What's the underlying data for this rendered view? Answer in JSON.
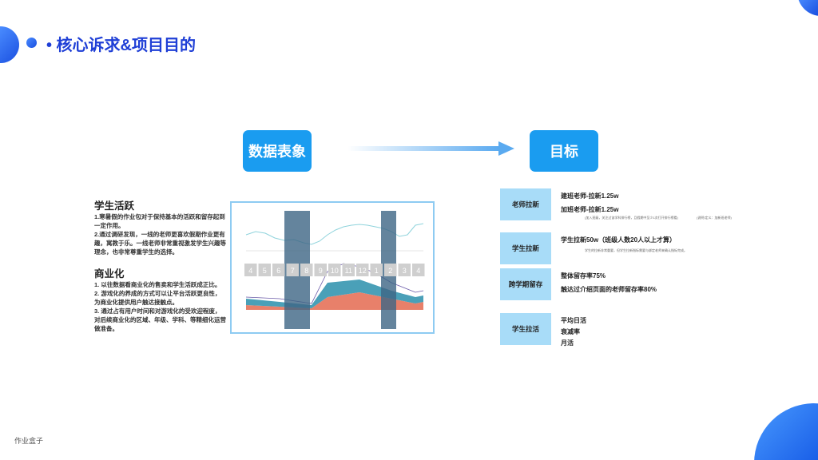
{
  "title": "• 核心诉求&项目目的",
  "flow": {
    "left_box": "数据表象",
    "right_box": "目标"
  },
  "student_active": {
    "heading": "学生活跃",
    "lines": [
      "1.寒暑假的作业包对于保持基本的活跃和留存起到一定作用。",
      "2.通过调研发现，一线的老师更喜欢假期作业更有趣，寓教于乐。一线老师非常重视激发学生兴趣等理念，也非常尊重学生的选择。"
    ]
  },
  "commercial": {
    "heading": "商业化",
    "lines": [
      "1. 以往数据看商业化的售卖和学生活跃成正比。",
      "2. 游戏化的养成的方式可以让平台活跃更良性，为商业化提供用户触达接触点。",
      "3. 通过占有用户时间和对游戏化的受欢迎程度，对后续商业化的区域、年级、学科、等精细化运营做准备。"
    ]
  },
  "chart_months": [
    "4",
    "5",
    "6",
    "7",
    "8",
    "9",
    "10",
    "11",
    "12",
    "1",
    "2",
    "3",
    "4"
  ],
  "goals": [
    {
      "tag": "老师拉新",
      "items": [
        "建班老师-拉新1.25w",
        "加班老师-拉新1.25w"
      ],
      "notes": [
        "(加入班级，关注过该学科排行榜，且假期中至少1次打开排行榜看)",
        "(说明/定义：加新班老师)"
      ]
    },
    {
      "tag": "学生拉新",
      "items": [
        "学生拉新50w（班级人数20人以上才算）"
      ],
      "notes": [
        "学生的拉新非常重要，但学生拉新指标需要与绑定老师来确认指标完成。"
      ]
    },
    {
      "tag": "跨学期留存",
      "items": [
        "整体留存率75%",
        "触达过介绍页面的老师留存率80%"
      ],
      "notes": []
    },
    {
      "tag": "学生拉活",
      "items": [
        "平均日活",
        "衰减率",
        "月活"
      ],
      "notes": []
    }
  ],
  "footer": "作业盒子"
}
